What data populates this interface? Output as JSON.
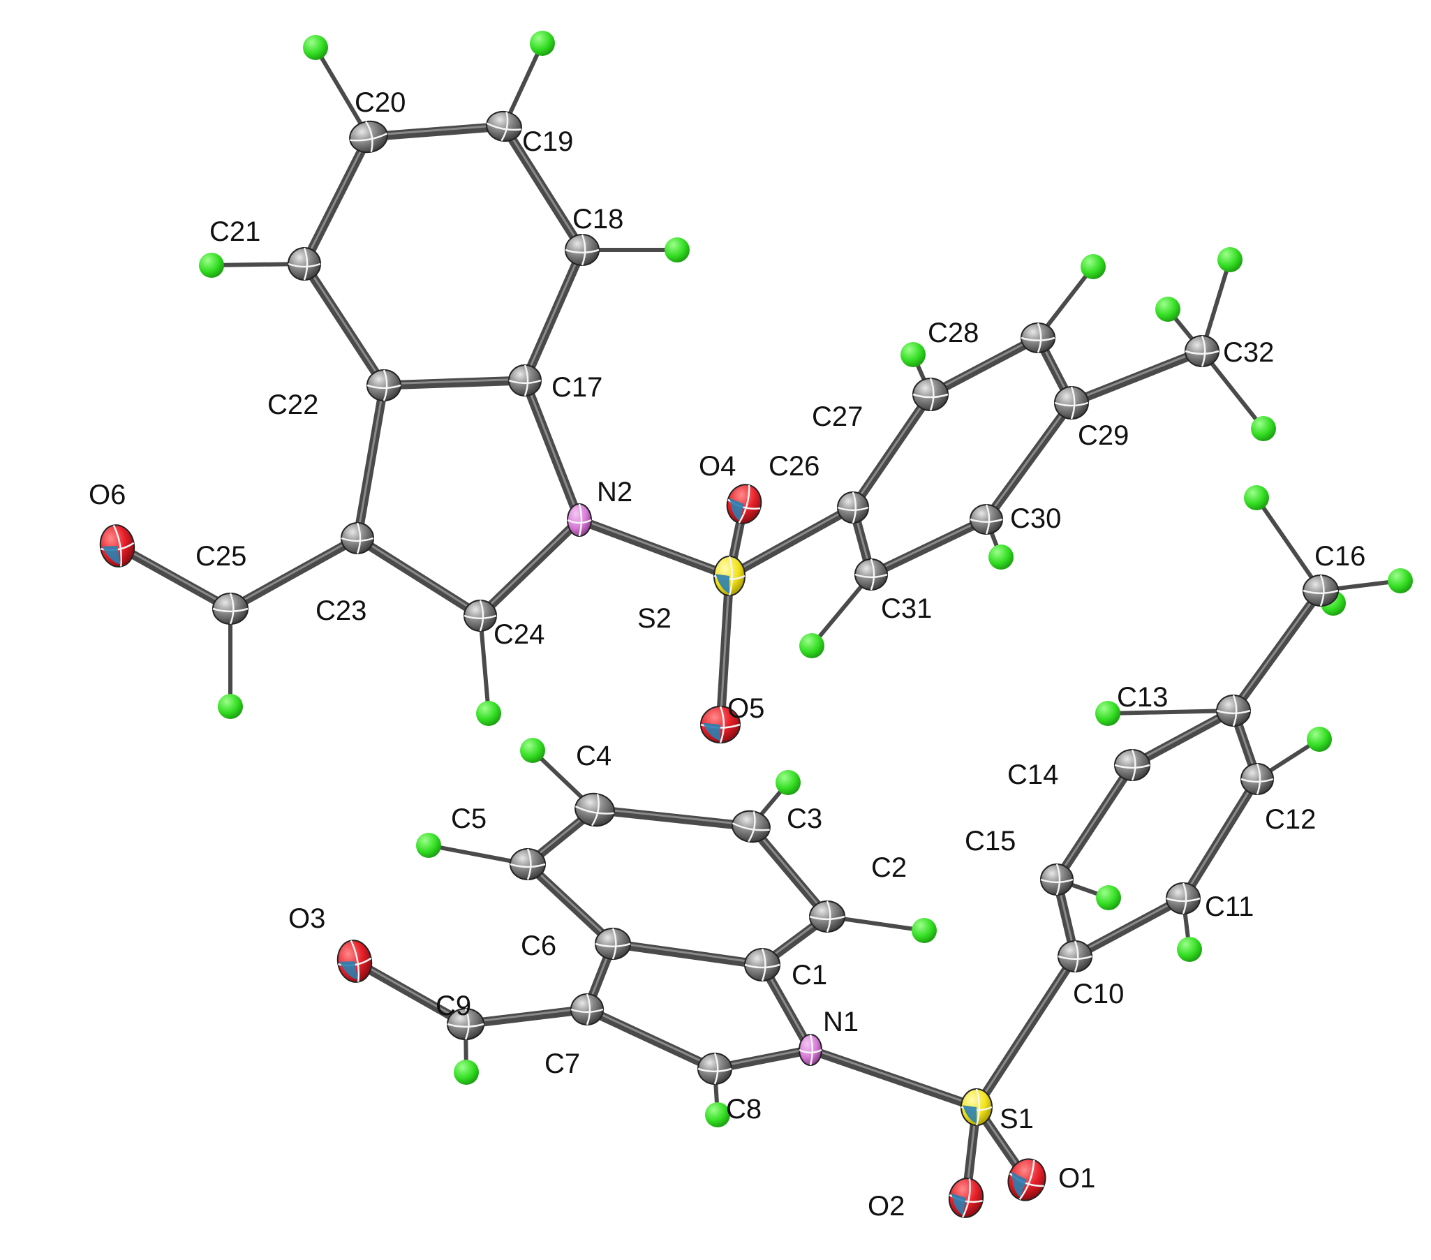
{
  "colors": {
    "bond": "#4a4a4a",
    "bond_highlight": "#8a8a8a",
    "carbon": "#6e6e6e",
    "hydrogen": "#33dd22",
    "nitrogen": "#d67ad6",
    "oxygen": "#e8202a",
    "oxygen_octant": "#2a7fb0",
    "sulfur": "#f2e21a",
    "label": "#111111",
    "background": "#ffffff"
  },
  "molecule": {
    "atom_labels": [
      "C20",
      "C19",
      "C18",
      "C21",
      "C22",
      "C17",
      "N2",
      "O4",
      "C26",
      "C27",
      "C28",
      "C29",
      "C32",
      "C30",
      "C31",
      "S2",
      "C16",
      "O6",
      "C25",
      "C23",
      "C24",
      "O5",
      "C13",
      "C4",
      "C3",
      "C14",
      "C12",
      "C5",
      "C15",
      "C2",
      "C11",
      "O3",
      "C6",
      "C1",
      "C10",
      "C9",
      "N1",
      "C7",
      "C8",
      "S1",
      "O1",
      "O2"
    ]
  }
}
